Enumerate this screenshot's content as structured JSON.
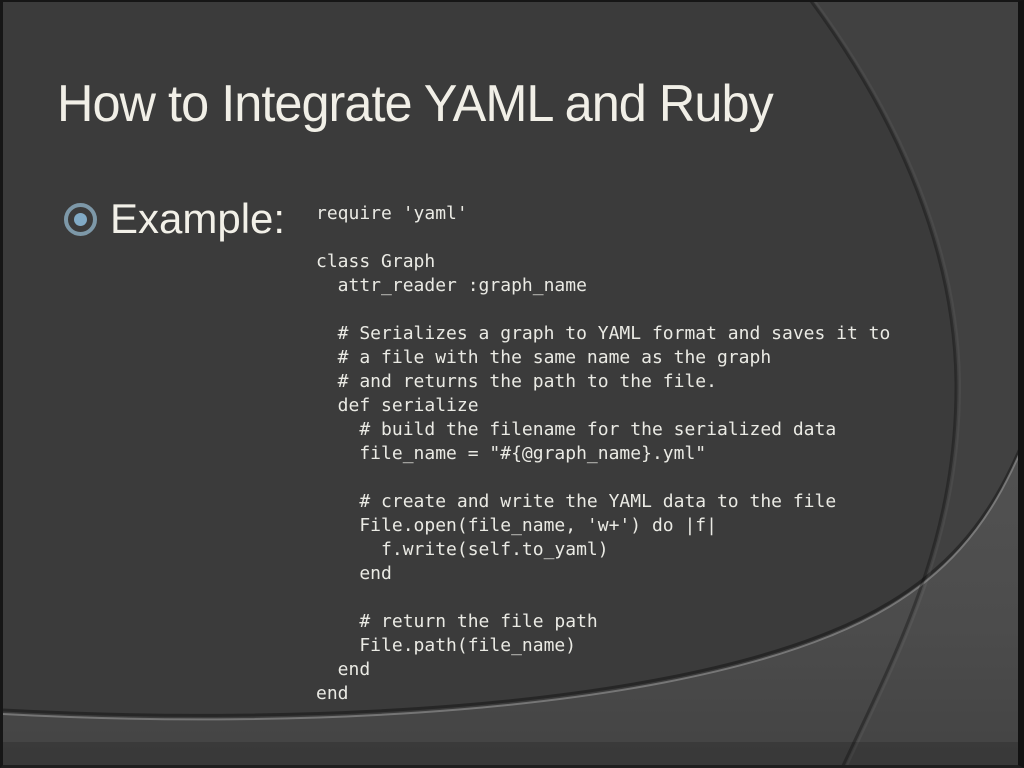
{
  "slide": {
    "title": "How to Integrate YAML and Ruby",
    "bullet": {
      "label": "Example:"
    },
    "code": {
      "lines": [
        "require 'yaml'",
        "",
        "class Graph",
        "  attr_reader :graph_name",
        "",
        "  # Serializes a graph to YAML format and saves it to",
        "  # a file with the same name as the graph",
        "  # and returns the path to the file.",
        "  def serialize",
        "    # build the filename for the serialized data",
        "    file_name = \"#{@graph_name}.yml\"",
        "",
        "    # create and write the YAML data to the file",
        "    File.open(file_name, 'w+') do |f|",
        "      f.write(self.to_yaml)",
        "    end",
        "",
        "    # return the file path",
        "    File.path(file_name)",
        "  end",
        "end"
      ]
    },
    "colors": {
      "slide_background": "#3b3b3b",
      "swoosh_fill": "#4c4c4c",
      "title_text": "#f1efe7",
      "bullet_label_text": "#f2f0e8",
      "code_text": "#eaeae4",
      "bullet_ring": "#7d98a8",
      "bullet_dot": "#81aac5"
    }
  }
}
